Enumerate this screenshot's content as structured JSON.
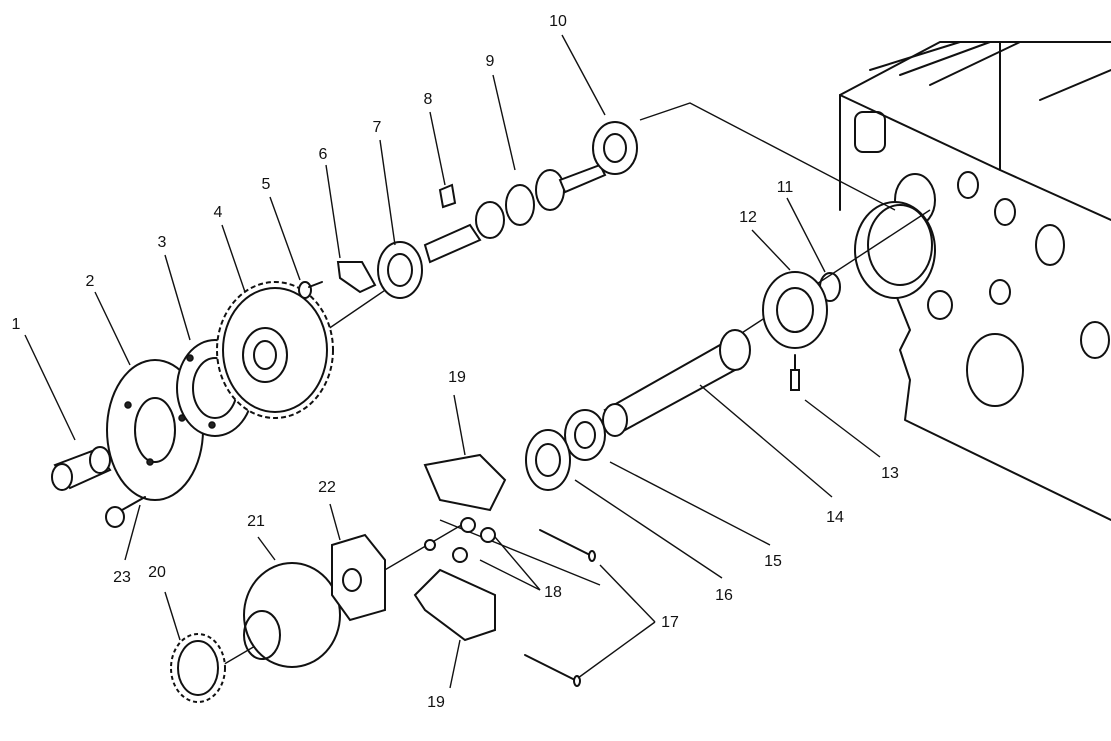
{
  "callouts": [
    {
      "id": "1",
      "text": "1"
    },
    {
      "id": "2",
      "text": "2"
    },
    {
      "id": "3",
      "text": "3"
    },
    {
      "id": "4",
      "text": "4"
    },
    {
      "id": "5",
      "text": "5"
    },
    {
      "id": "6",
      "text": "6"
    },
    {
      "id": "7",
      "text": "7"
    },
    {
      "id": "8",
      "text": "8"
    },
    {
      "id": "9",
      "text": "9"
    },
    {
      "id": "10",
      "text": "10"
    },
    {
      "id": "11",
      "text": "11"
    },
    {
      "id": "12",
      "text": "12"
    },
    {
      "id": "13",
      "text": "13"
    },
    {
      "id": "14",
      "text": "14"
    },
    {
      "id": "15",
      "text": "15"
    },
    {
      "id": "16",
      "text": "16"
    },
    {
      "id": "17",
      "text": "17"
    },
    {
      "id": "18",
      "text": "18"
    },
    {
      "id": "19a",
      "text": "19"
    },
    {
      "id": "19b",
      "text": "19"
    },
    {
      "id": "20",
      "text": "20"
    },
    {
      "id": "21",
      "text": "21"
    },
    {
      "id": "22",
      "text": "22"
    },
    {
      "id": "23",
      "text": "23"
    }
  ]
}
